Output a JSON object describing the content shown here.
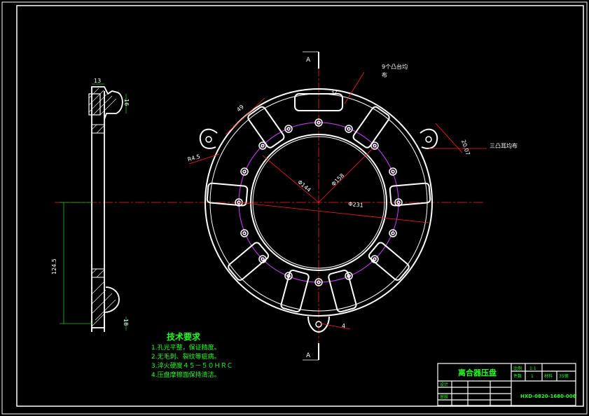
{
  "drawing": {
    "section_mark_top": "A",
    "section_mark_bottom": "A",
    "note_bosses": "9个凸台均",
    "note_bosses_2": "布",
    "note_ears": "三凸耳均布",
    "dims": {
      "side_top_width": "13",
      "side_top_height": "16",
      "side_half_height": "124.5",
      "side_bottom": "18",
      "slot_length": "49",
      "radius_ear": "R4.5",
      "dia_inner": "Φ144",
      "dia_bolt": "Φ158",
      "dia_outer": "Φ231",
      "top_boss": "32",
      "ear_offset": "20.07",
      "bottom_boss": "4"
    }
  },
  "tech_requirements": {
    "title": "技术要求",
    "items": [
      "1.孔光平整，保证精度。",
      "2.无毛刺、裂纹等疵病。",
      "3.淬火硬度４５－５０ＨＲＣ",
      "4.压盘摩擦面保持清洁。"
    ]
  },
  "title_block": {
    "part_name": "离合器压盘",
    "scale_label": "比例",
    "scale_value": "1:1",
    "qty_label": "件数",
    "qty_value": "1",
    "material_label": "材料",
    "material_value": "35钢",
    "row1": "设计",
    "row2": "审核",
    "drawing_number": "HXD-0820-1680-006"
  },
  "colors": {
    "background": "#000000",
    "line": "#ffffff",
    "center_line": "#ff2020",
    "bolt_circle": "#d040ff",
    "text_green": "#20ff20",
    "dim_green": "#20c020"
  }
}
